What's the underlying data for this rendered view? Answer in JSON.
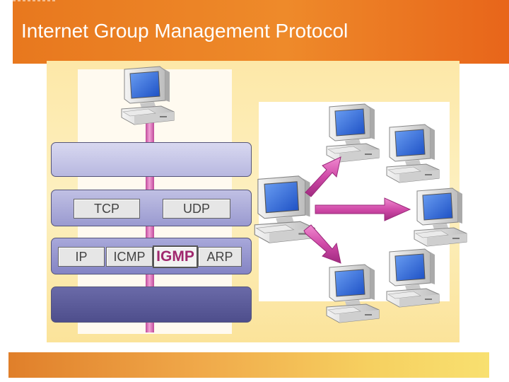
{
  "title": "Internet Group Management Protocol",
  "colors": {
    "accent": "#e8781e",
    "highlight": "#a0286e",
    "arrow": "#c83a9a"
  },
  "stack": {
    "transport": {
      "tcp": "TCP",
      "udp": "UDP"
    },
    "internet": {
      "ip": "IP",
      "icmp": "ICMP",
      "igmp": "IGMP",
      "arp": "ARP"
    }
  },
  "icons": [
    "computer-icon",
    "arrow-icon"
  ]
}
